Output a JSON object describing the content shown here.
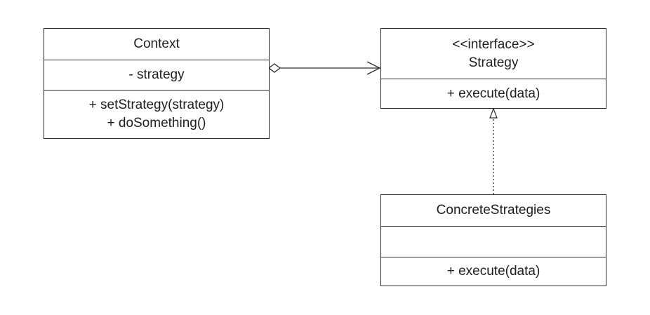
{
  "classes": {
    "context": {
      "name": "Context",
      "attributes": [
        "- strategy"
      ],
      "methods": [
        "+ setStrategy(strategy)",
        "+ doSomething()"
      ]
    },
    "strategy": {
      "stereotype": "<<interface>>",
      "name": "Strategy",
      "attributes": [],
      "methods": [
        "+ execute(data)"
      ]
    },
    "concrete": {
      "name": "ConcreteStrategies",
      "attributes": [],
      "methods": [
        "+ execute(data)"
      ]
    }
  },
  "relationships": [
    {
      "from": "Context",
      "to": "Strategy",
      "type": "aggregation"
    },
    {
      "from": "ConcreteStrategies",
      "to": "Strategy",
      "type": "realization"
    }
  ],
  "colors": {
    "line": "#2b2b2b",
    "text": "#1e1e1e",
    "background": "#ffffff"
  }
}
